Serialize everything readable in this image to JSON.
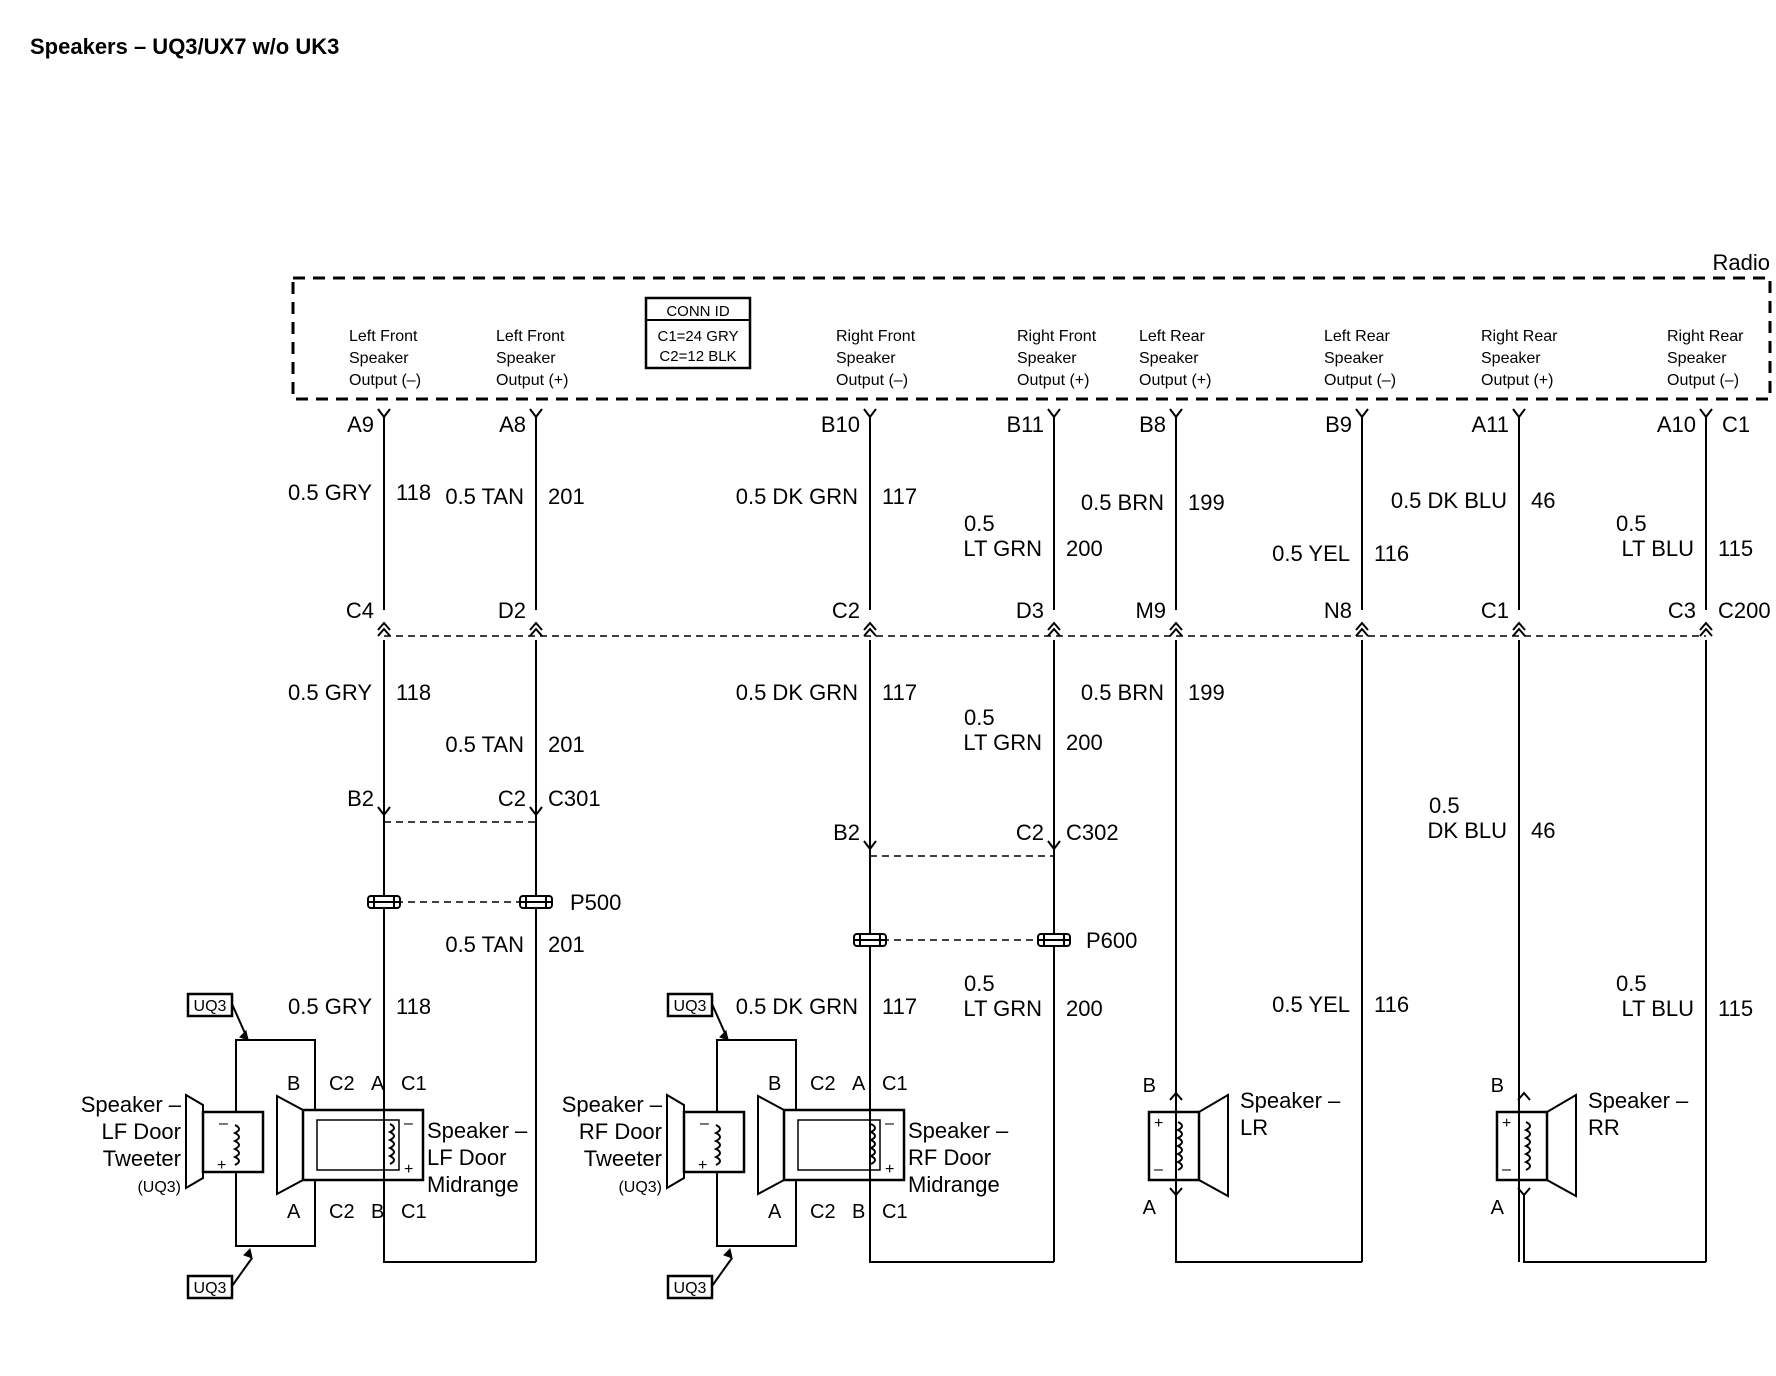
{
  "title": "Speakers – UQ3/UX7 w/o UK3",
  "radio": {
    "label": "Radio",
    "conn_id": {
      "header": "CONN ID",
      "lines": [
        "C1=24 GRY",
        "C2=12 BLK"
      ]
    },
    "outputs": [
      {
        "lines": [
          "Left Front",
          "Speaker",
          "Output (–)"
        ],
        "pin": "A9",
        "conn": ""
      },
      {
        "lines": [
          "Left Front",
          "Speaker",
          "Output (+)"
        ],
        "pin": "A8",
        "conn": ""
      },
      {
        "lines": [
          "Right Front",
          "Speaker",
          "Output (–)"
        ],
        "pin": "B10",
        "conn": ""
      },
      {
        "lines": [
          "Right Front",
          "Speaker",
          "Output (+)"
        ],
        "pin": "B11",
        "conn": ""
      },
      {
        "lines": [
          "Left Rear",
          "Speaker",
          "Output (+)"
        ],
        "pin": "B8",
        "conn": ""
      },
      {
        "lines": [
          "Left Rear",
          "Speaker",
          "Output (–)"
        ],
        "pin": "B9",
        "conn": ""
      },
      {
        "lines": [
          "Right Rear",
          "Speaker",
          "Output (+)"
        ],
        "pin": "A11",
        "conn": ""
      },
      {
        "lines": [
          "Right Rear",
          "Speaker",
          "Output (–)"
        ],
        "pin": "A10",
        "conn": "C1"
      }
    ]
  },
  "wires_upper": [
    {
      "gauge": [
        "0.5 GRY"
      ],
      "circuit": "118"
    },
    {
      "gauge": [
        "0.5 TAN"
      ],
      "circuit": "201"
    },
    {
      "gauge": [
        "0.5 DK GRN"
      ],
      "circuit": "117"
    },
    {
      "gauge": [
        "0.5",
        "LT GRN"
      ],
      "circuit": "200"
    },
    {
      "gauge": [
        "0.5 BRN"
      ],
      "circuit": "199"
    },
    {
      "gauge": [
        "0.5 YEL"
      ],
      "circuit": "116"
    },
    {
      "gauge": [
        "0.5 DK BLU"
      ],
      "circuit": "46"
    },
    {
      "gauge": [
        "0.5",
        "LT BLU"
      ],
      "circuit": "115"
    }
  ],
  "c200": {
    "name": "C200",
    "pins": [
      "C4",
      "D2",
      "C2",
      "D3",
      "M9",
      "N8",
      "C1",
      "C3"
    ]
  },
  "wires_middle": [
    {
      "gauge": [
        "0.5 GRY"
      ],
      "circuit": "118"
    },
    {
      "gauge": [
        "0.5 TAN"
      ],
      "circuit": "201"
    },
    {
      "gauge": [
        "0.5 DK GRN"
      ],
      "circuit": "117"
    },
    {
      "gauge": [
        "0.5",
        "LT GRN"
      ],
      "circuit": "200"
    },
    {
      "gauge": [
        "0.5 BRN"
      ],
      "circuit": "199"
    },
    {
      "gauge": [
        "0.5",
        "DK BLU"
      ],
      "circuit": "46"
    }
  ],
  "c301": {
    "name": "C301",
    "pins": [
      "B2",
      "C2"
    ]
  },
  "c302": {
    "name": "C302",
    "pins": [
      "B2",
      "C2"
    ]
  },
  "p500": "P500",
  "p600": "P600",
  "wires_lower": [
    {
      "gauge": [
        "0.5 TAN"
      ],
      "circuit": "201"
    },
    {
      "gauge": [
        "0.5 GRY"
      ],
      "circuit": "118"
    },
    {
      "gauge": [
        "0.5 DK GRN"
      ],
      "circuit": "117"
    },
    {
      "gauge": [
        "0.5",
        "LT GRN"
      ],
      "circuit": "200"
    },
    {
      "gauge": [
        "0.5 YEL"
      ],
      "circuit": "116"
    },
    {
      "gauge": [
        "0.5",
        "LT BLU"
      ],
      "circuit": "115"
    }
  ],
  "option_tag": "UQ3",
  "lf_tweeter": {
    "lines": [
      "Speaker –",
      "LF Door",
      "Tweeter"
    ],
    "sub": "(UQ3)"
  },
  "lf_midrange": {
    "lines": [
      "Speaker –",
      "LF Door",
      "Midrange"
    ],
    "pins_top": [
      "B",
      "C2",
      "A",
      "C1"
    ],
    "pins_bottom": [
      "A",
      "C2",
      "B",
      "C1"
    ]
  },
  "rf_tweeter": {
    "lines": [
      "Speaker –",
      "RF Door",
      "Tweeter"
    ],
    "sub": "(UQ3)"
  },
  "rf_midrange": {
    "lines": [
      "Speaker –",
      "RF Door",
      "Midrange"
    ],
    "pins_top": [
      "B",
      "C2",
      "A",
      "C1"
    ],
    "pins_bottom": [
      "A",
      "C2",
      "B",
      "C1"
    ]
  },
  "lr_speaker": {
    "lines": [
      "Speaker –",
      "LR"
    ],
    "pin_top": "B",
    "pin_bottom": "A"
  },
  "rr_speaker": {
    "lines": [
      "Speaker –",
      "RR"
    ],
    "pin_top": "B",
    "pin_bottom": "A"
  },
  "polarity": {
    "plus": "+",
    "minus": "–"
  }
}
